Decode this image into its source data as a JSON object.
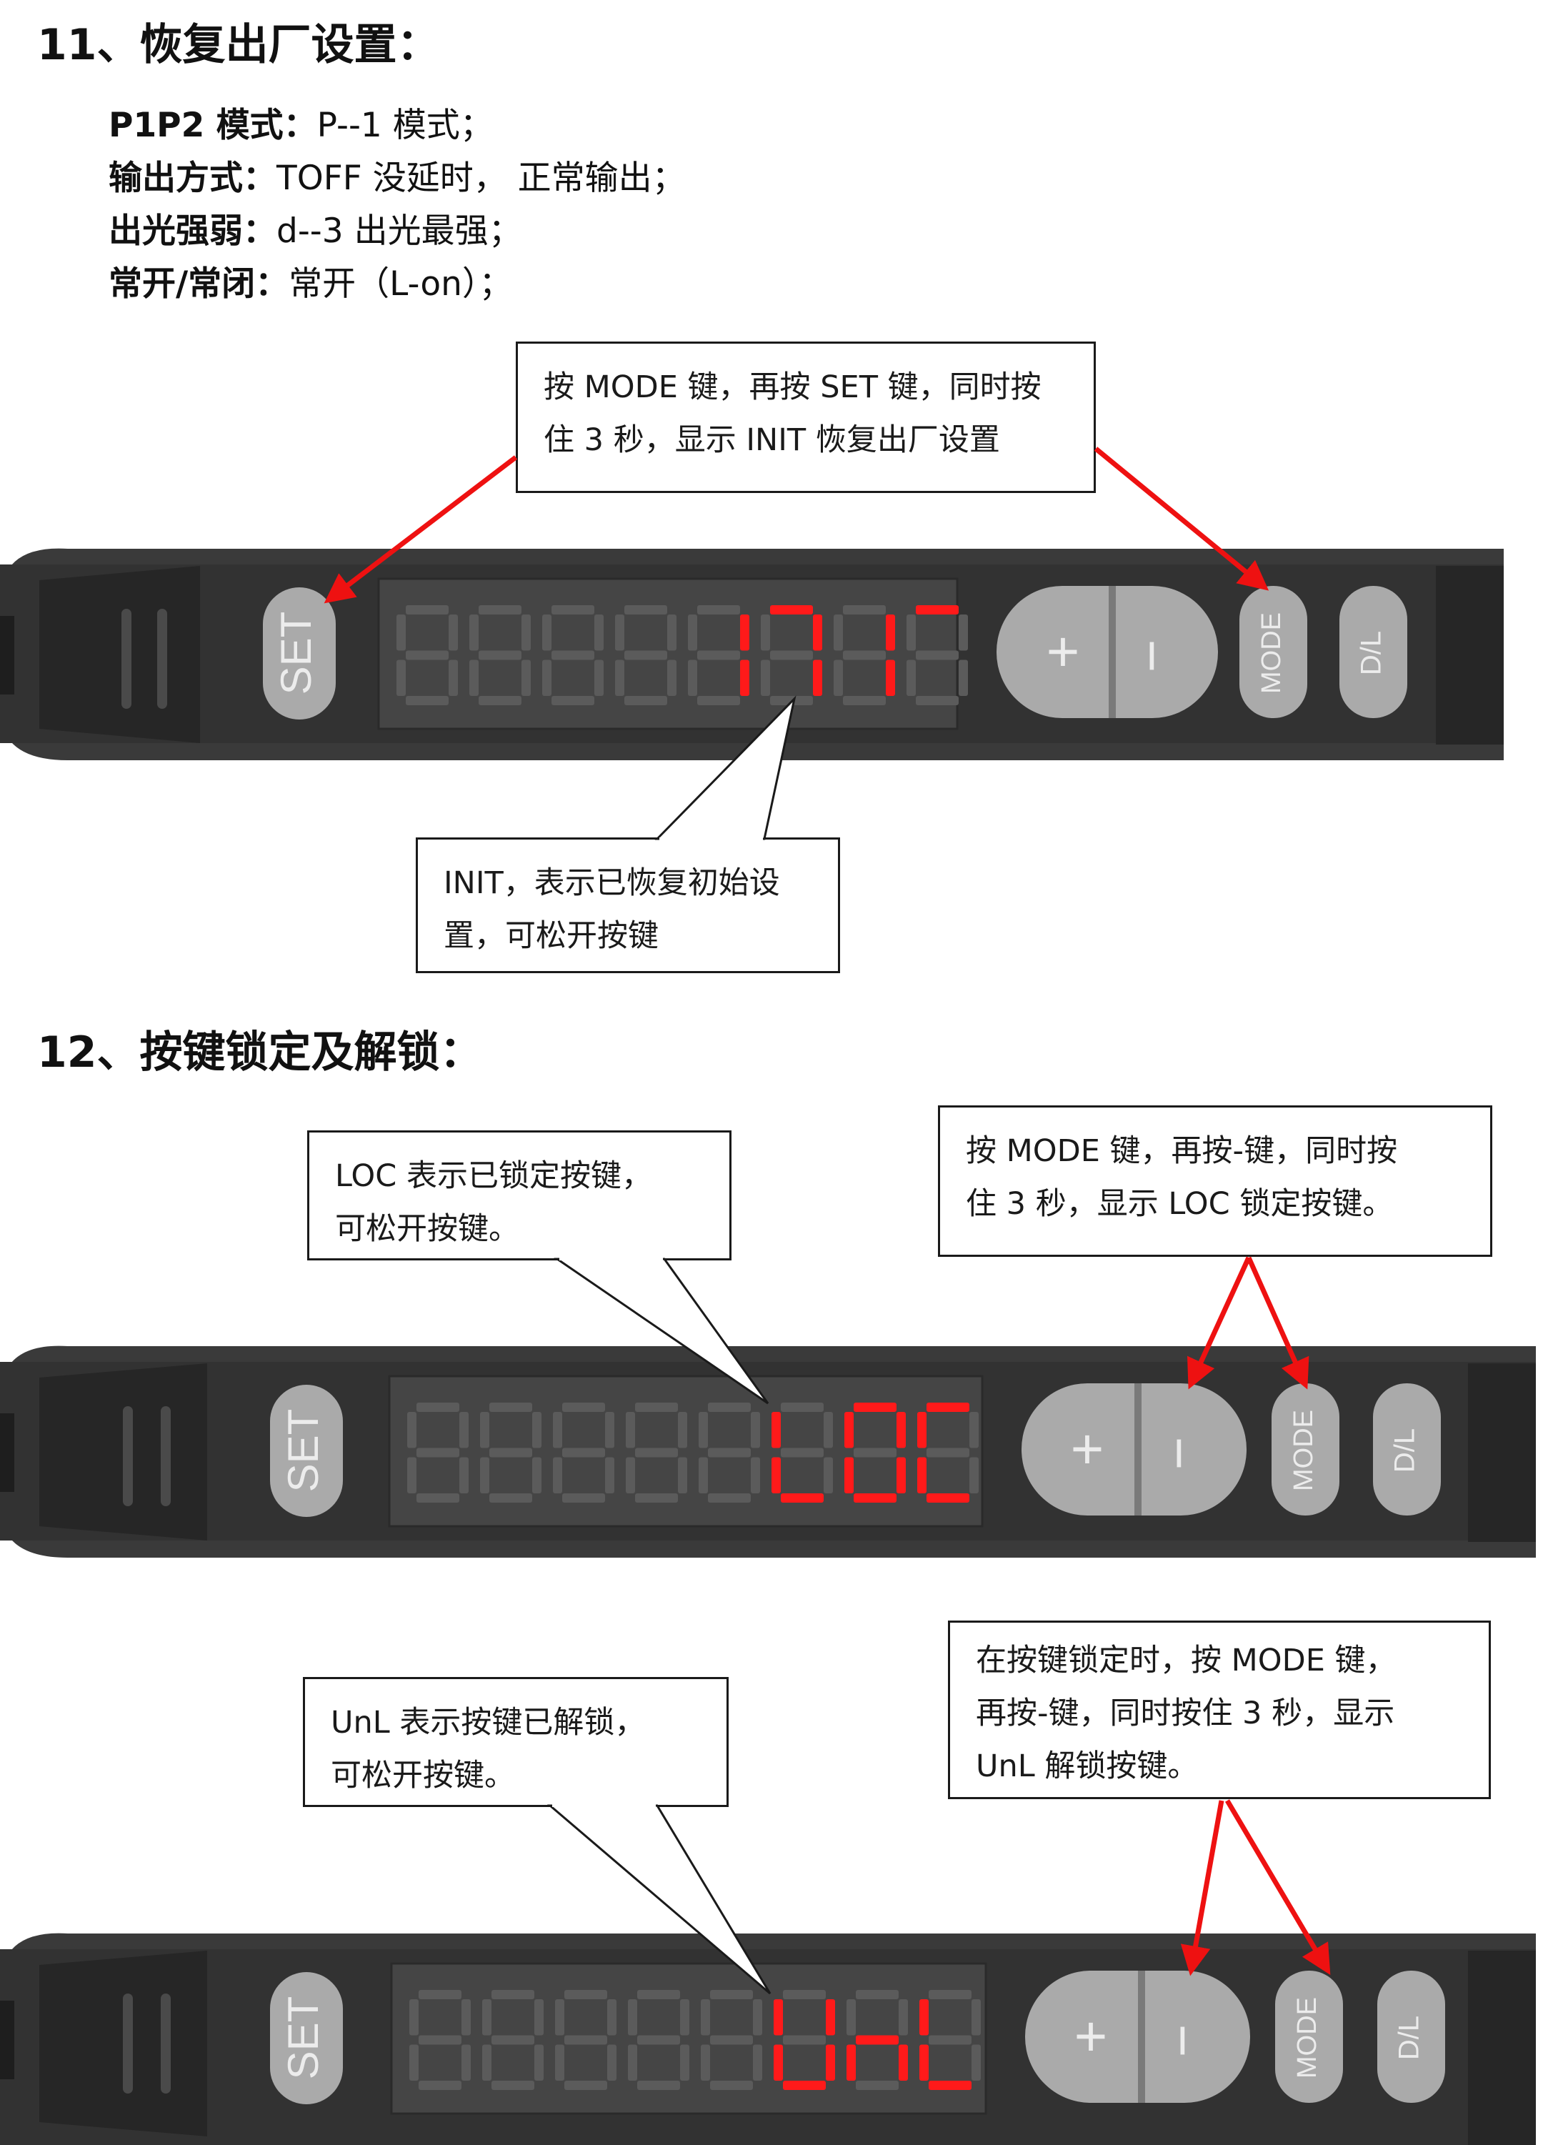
{
  "section11": {
    "heading": "11、恢复出厂设置：",
    "settings": [
      {
        "key": "P1P2 模式：",
        "value": "P--1 模式；"
      },
      {
        "key": "输出方式：",
        "value": "TOFF 没延时， 正常输出；"
      },
      {
        "key": "出光强弱：",
        "value": "d--3 出光最强；"
      },
      {
        "key": "常开/常闭：",
        "value": "常开（L-on）；"
      }
    ],
    "callout_top": [
      "按 MODE 键，再按 SET 键，同时按",
      "住 3 秒，显示 INIT 恢复出厂设置"
    ],
    "callout_bottom": [
      "INIT，表示已恢复初始设",
      "置，可松开按键"
    ],
    "device": {
      "set": "SET",
      "plus": "+",
      "minus": "−",
      "mode": "MODE",
      "dl": "D/L",
      "display": "INIT"
    }
  },
  "section12": {
    "heading": "12、按键锁定及解锁：",
    "lock": {
      "callout_left": [
        "LOC  表示已锁定按键，",
        "可松开按键。"
      ],
      "callout_right": [
        "按 MODE 键，再按-键，同时按",
        "住 3 秒，显示 LOC 锁定按键。"
      ],
      "device": {
        "set": "SET",
        "plus": "+",
        "minus": "−",
        "mode": "MODE",
        "dl": "D/L",
        "display": "LOC"
      }
    },
    "unlock": {
      "callout_left": [
        "UnL  表示按键已解锁，",
        "可松开按键。"
      ],
      "callout_right": [
        "在按键锁定时，按 MODE 键，",
        "再按-键，同时按住 3 秒，显示",
        "UnL 解锁按键。"
      ],
      "device": {
        "set": "SET",
        "plus": "+",
        "minus": "−",
        "mode": "MODE",
        "dl": "D/L",
        "display": "UnL"
      }
    }
  },
  "colors": {
    "arrow": "#ee1111",
    "segment_on": "#ff1a1a",
    "segment_off": "#5b5b5b",
    "body": "#3a3a3a",
    "button": "#aaaaaa"
  }
}
